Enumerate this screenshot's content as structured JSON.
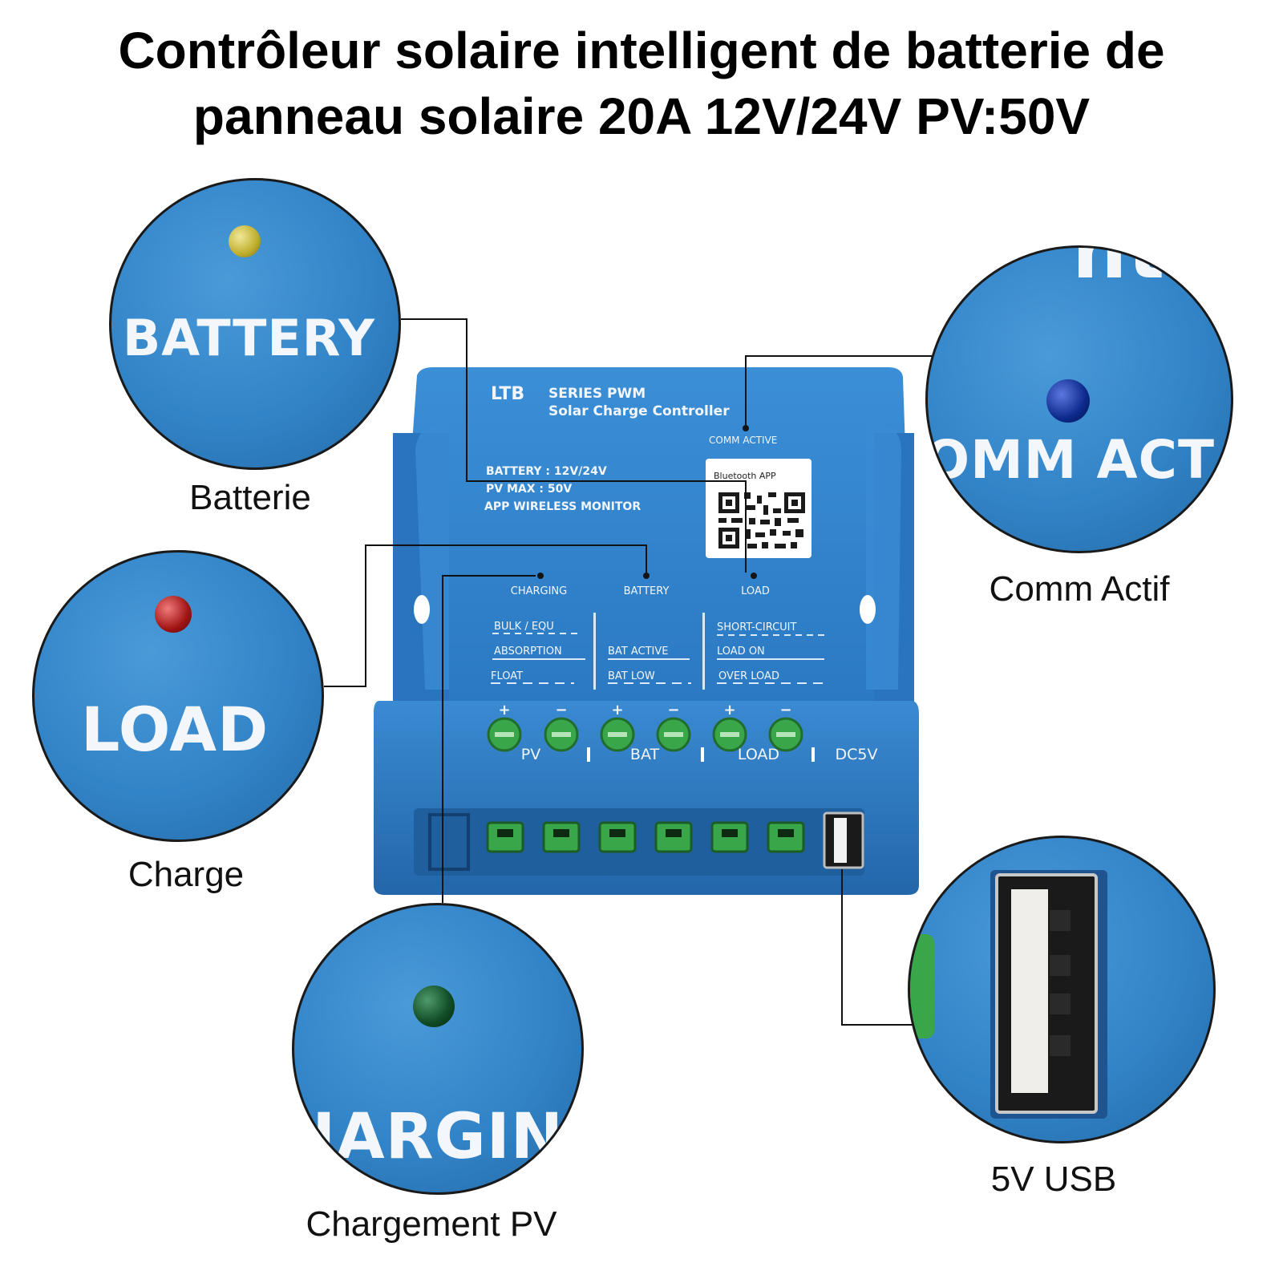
{
  "title": {
    "line1": "Contrôleur solaire intelligent de batterie de",
    "line2": "panneau solaire 20A 12V/24V PV:50V"
  },
  "callouts": {
    "battery": {
      "zoom_text": "BATTERY",
      "caption": "Batterie",
      "led_color": "#bfae2c"
    },
    "load": {
      "zoom_text": "LOAD",
      "caption": "Charge",
      "led_color": "#a11414"
    },
    "charging": {
      "zoom_text": "HARGIN",
      "caption": "Chargement PV",
      "led_color": "#0f4a25"
    },
    "comm": {
      "zoom_text": "OMM ACT",
      "zoom_text_top": "ntr",
      "caption": "Comm Actif",
      "led_color": "#0c2a8c"
    },
    "usb": {
      "caption": "5V USB"
    }
  },
  "device": {
    "series_prefix": "LTB",
    "series_rest": "SERIES PWM",
    "subtitle": "Solar Charge Controller",
    "comm_active": "COMM ACTIVE",
    "battery_spec": "BATTERY : 12V/24V",
    "pv_spec": "PV MAX : 50V",
    "app_spec": "APP WIRELESS MONITOR",
    "qr_label": "Bluetooth APP",
    "indicators": [
      "CHARGING",
      "BATTERY",
      "LOAD"
    ],
    "status_col1": [
      "BULK / EQU",
      "ABSORPTION",
      "FLOAT"
    ],
    "status_col2": [
      "BAT ACTIVE",
      "BAT LOW"
    ],
    "status_col3": [
      "SHORT-CIRCUIT",
      "LOAD ON",
      "OVER LOAD"
    ],
    "polarity": [
      "+",
      "−",
      "+",
      "−",
      "+",
      "−"
    ],
    "terminal_groups": [
      "PV",
      "BAT",
      "LOAD",
      "DC5V"
    ]
  },
  "colors": {
    "device_blue": "#2f82cc",
    "device_dark": "#1f63a6",
    "terminal_green": "#3aa64a"
  }
}
